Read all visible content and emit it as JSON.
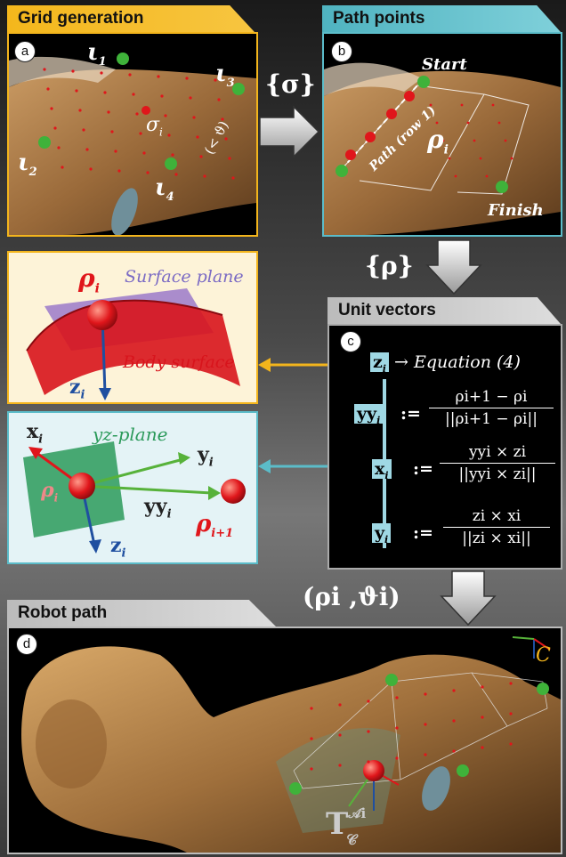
{
  "panels": {
    "grid_generation": {
      "title": "Grid generation",
      "letter": "a",
      "labels": {
        "l1": "ι",
        "l1_sub": "1",
        "l2": "ι",
        "l2_sub": "2",
        "l3": "ι",
        "l3_sub": "3",
        "l4": "ι",
        "l4_sub": "4",
        "sigma": "σ",
        "sigma_sub": "i",
        "angle": "(< ϑ)"
      }
    },
    "path_points": {
      "title": "Path points",
      "letter": "b",
      "labels": {
        "start": "Start",
        "finish": "Finish",
        "path_row": "Path (row 1)",
        "rho": "ρ",
        "rho_sub": "i"
      }
    },
    "unit_vectors": {
      "title": "Unit vectors",
      "letter": "c",
      "z_symbol": "z",
      "z_sub": "i",
      "arrow": "→",
      "equation": "Equation (4)",
      "yy_symbol": "yy",
      "yy_sub": "i",
      "assign": ":=",
      "yy_num": "ρi+1 − ρi",
      "yy_den": "||ρi+1 − ρi||",
      "x_symbol": "x",
      "x_sub": "i",
      "x_num": "yyi × zi",
      "x_den": "||yyi × zi||",
      "y_symbol": "y",
      "y_sub": "i",
      "y_num": "zi × xi",
      "y_den": "||zi × xi||"
    },
    "surface": {
      "rho": "ρ",
      "rho_sub": "i",
      "surface_plane": "Surface plane",
      "body_surface": "Body surface",
      "z": "z",
      "z_sub": "i"
    },
    "yz_plane": {
      "plane_label": "yz-plane",
      "x": "x",
      "x_sub": "i",
      "y": "y",
      "y_sub": "i",
      "yy": "yy",
      "yy_sub": "i",
      "rho": "ρ",
      "rho_sub": "i",
      "rho_next": "ρ",
      "rho_next_sub": "i+1",
      "z": "z",
      "z_sub": "i"
    },
    "robot_path": {
      "title": "Robot path",
      "letter": "d",
      "frame": "C",
      "T": "T",
      "T_sup": "𝒜i",
      "T_sub": "𝒞"
    }
  },
  "flow": {
    "sigma_set": "{σ}",
    "rho_set": "{ρ}",
    "pair": "(ρi ,ϑi)"
  },
  "colors": {
    "yellow": "#f3b51c",
    "teal": "#5bbcc9",
    "gray_tab": "#c8c8c8",
    "red": "#e0161b",
    "green": "#3fb23a",
    "blue": "#1f4fa0"
  }
}
